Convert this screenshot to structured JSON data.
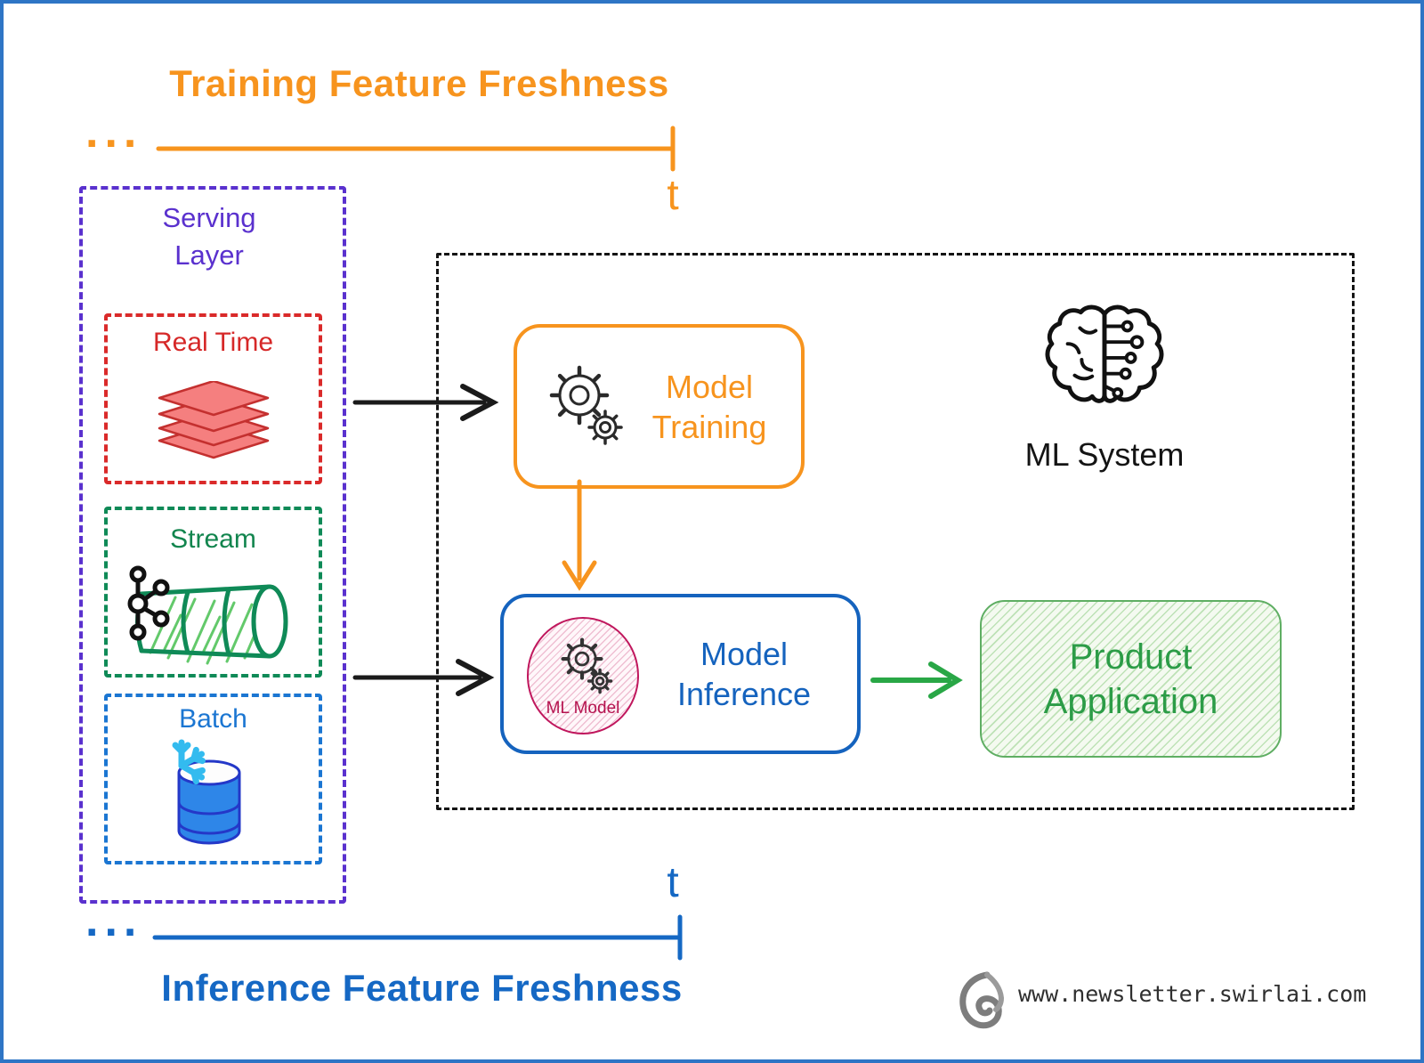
{
  "page": {
    "background": "#ffffff",
    "border_color": "#2e75c5"
  },
  "training_axis": {
    "title": "Training Feature Freshness",
    "dots": "...",
    "t_label": "t",
    "color": "#f7941e"
  },
  "serving_layer": {
    "label": "Serving Layer",
    "color": "#5a31ce",
    "sources": [
      {
        "label": "Real Time",
        "color": "#d62828",
        "icon": "layers-icon"
      },
      {
        "label": "Stream",
        "color": "#12854e",
        "icon": "pipe-icon+kafka-icon"
      },
      {
        "label": "Batch",
        "color": "#1b76d2",
        "icon": "database-icon+snowflake-icon"
      }
    ]
  },
  "ml_system": {
    "label": "ML System",
    "color": "#141414",
    "icon": "brain-circuit-icon",
    "model_training": {
      "label": "Model Training",
      "color": "#f7941e",
      "icon": "gears-icon"
    },
    "model_inference": {
      "label": "Model Inference",
      "color": "#1563be",
      "ml_model": {
        "label": "ML Model",
        "color": "#b5134f",
        "icon": "gears-icon"
      }
    },
    "product_application": {
      "label": "Product Application",
      "color": "#2c9c47"
    }
  },
  "inference_axis": {
    "title": "Inference Feature Freshness",
    "dots": "...",
    "t_label": "t",
    "color": "#1568c4"
  },
  "footer": {
    "url": "www.newsletter.swirlai.com",
    "logo": "spiral-logo-icon"
  }
}
